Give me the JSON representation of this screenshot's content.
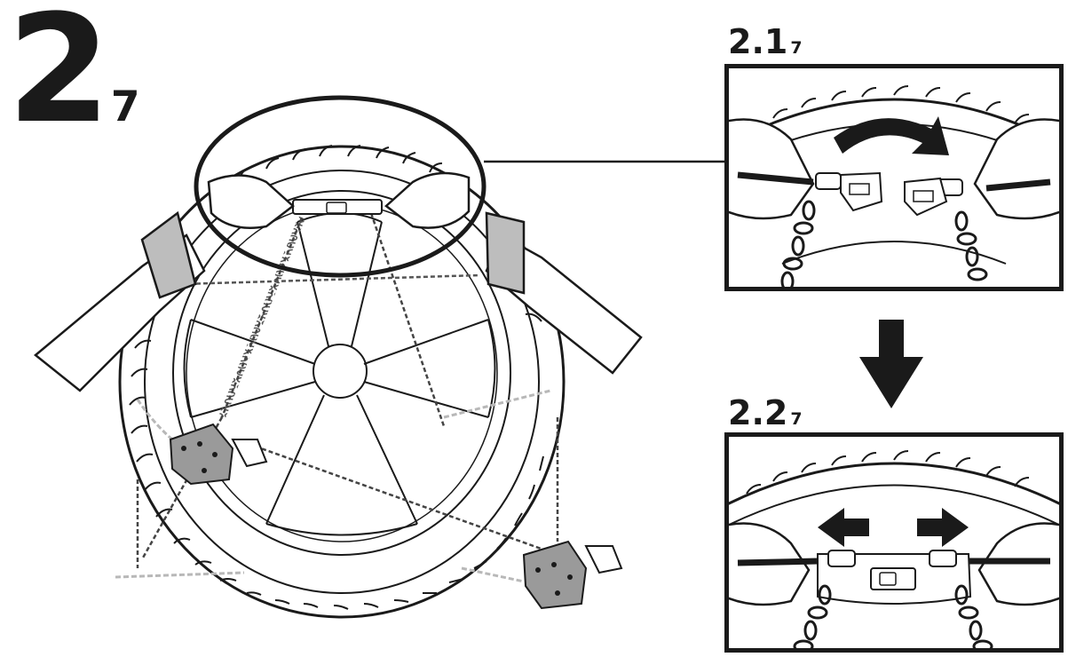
{
  "step": {
    "number": "2",
    "subscript": "7"
  },
  "substeps": [
    {
      "number": "2.1",
      "subscript": "7"
    },
    {
      "number": "2.2",
      "subscript": "7"
    }
  ],
  "colors": {
    "ink": "#1a1a1a",
    "background": "#ffffff",
    "chain_grey": "#b8b8b8",
    "tensioner_grey": "#9a9a9a"
  },
  "icons": [
    "wheel-icon",
    "tire-chain-icon",
    "hand-icon",
    "curved-arrow-icon",
    "down-arrow-icon",
    "left-arrow-icon",
    "right-arrow-icon"
  ]
}
